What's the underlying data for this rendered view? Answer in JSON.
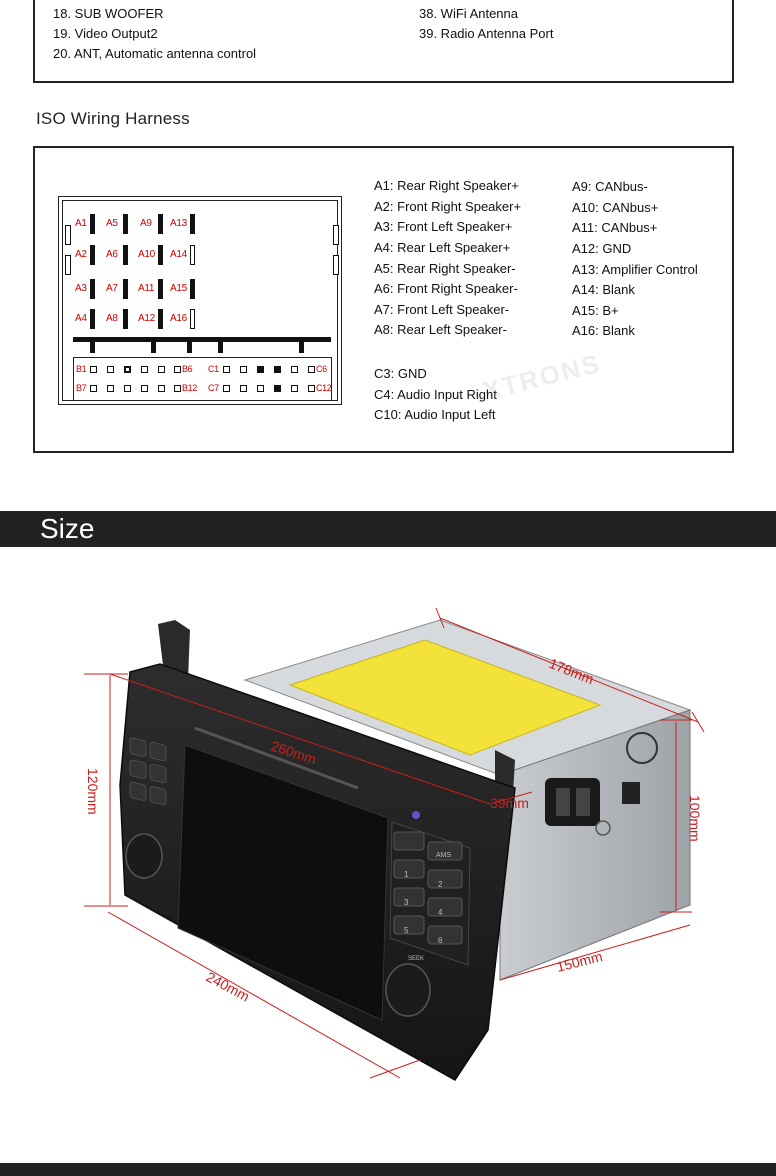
{
  "top_list": {
    "left": [
      "18. SUB WOOFER",
      "19. Video Output2",
      "20. ANT, Automatic antenna control"
    ],
    "right": [
      "38. WiFi Antenna",
      "39. Radio Antenna Port"
    ]
  },
  "iso": {
    "title": "ISO Wiring Harness",
    "connector_labels": {
      "A1": "A1",
      "A2": "A2",
      "A3": "A3",
      "A4": "A4",
      "A5": "A5",
      "A6": "A6",
      "A7": "A7",
      "A8": "A8",
      "A9": "A9",
      "A10": "A10",
      "A11": "A11",
      "A12": "A12",
      "A13": "A13",
      "A14": "A14",
      "A15": "A15",
      "A16": "A16",
      "B1": "B1",
      "B6": "B6",
      "B7": "B7",
      "B12": "B12",
      "C1": "C1",
      "C6": "C6",
      "C7": "C7",
      "C12": "C12"
    },
    "pins_col1": [
      "A1: Rear Right Speaker+",
      "A2: Front Right Speaker+",
      "A3: Front Left Speaker+",
      "A4: Rear Left Speaker+",
      "A5: Rear Right Speaker-",
      "A6: Front Right Speaker-",
      "A7: Front Left Speaker-",
      "A8: Rear Left Speaker-"
    ],
    "pins_col2": [
      "A9: CANbus-",
      "A10: CANbus+",
      "A11: CANbus+",
      "A12: GND",
      "A13: Amplifier Control",
      "A14: Blank",
      "A15: B+",
      "A16: Blank"
    ],
    "pins_c": [
      "C3: GND",
      "C4: Audio Input Right",
      "C10: Audio Input Left"
    ],
    "watermark": "XTRONS"
  },
  "size": {
    "title": "Size",
    "dimensions": {
      "width_top": "260mm",
      "height_front": "120mm",
      "depth_top": "178mm",
      "height_back": "100mm",
      "width_bottom": "240mm",
      "depth_bottom": "150mm",
      "face_depth": "39mm"
    },
    "buttons": {
      "ams": "AMS",
      "b1": "1",
      "b2": "2",
      "b3": "3",
      "b4": "4",
      "b5": "5",
      "b6": "6",
      "seek": "SEEK"
    }
  },
  "colors": {
    "accent_red": "#c81e1e",
    "pin_label_red": "#d00000",
    "banner": "#222222",
    "warning_label": "#f2e23a"
  }
}
